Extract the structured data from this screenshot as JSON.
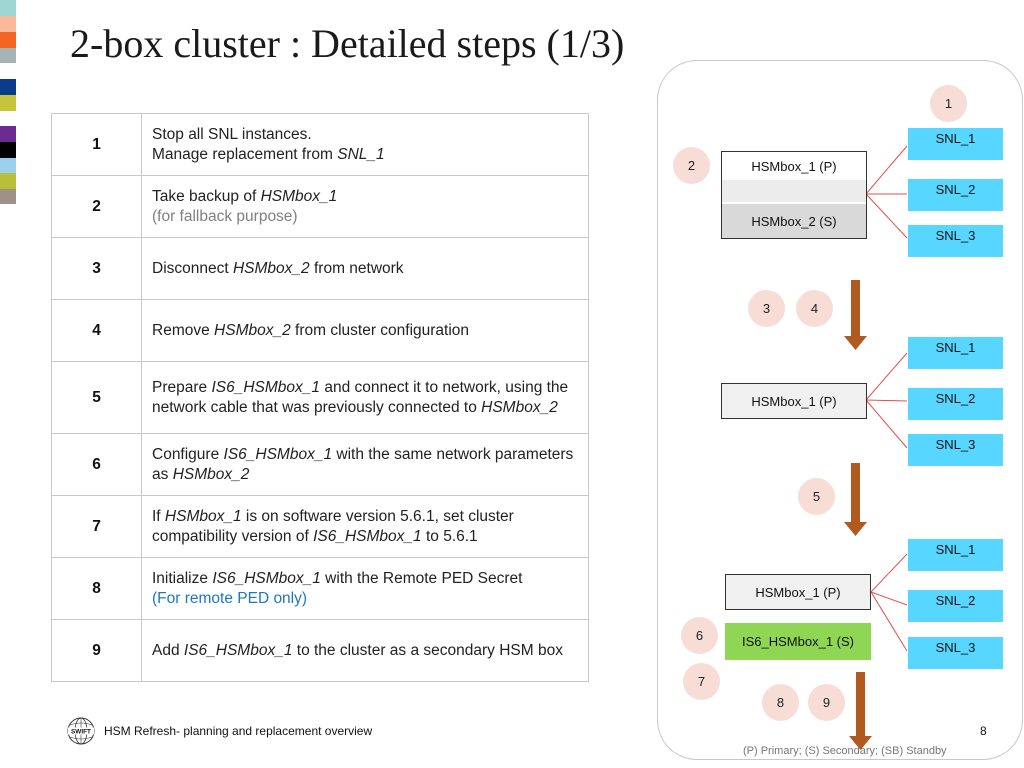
{
  "title": "2-box cluster : Detailed steps (1/3)",
  "colors": {
    "snl_box": "#57d6ff",
    "step_circle": "#f7ddd6",
    "new_hsm_box": "#8ed653",
    "arrow": "#b05a20",
    "side_swatches": [
      "#9fd6d1",
      "#f9b99a",
      "#f26522",
      "#a7b3b5",
      "#0b3c8c",
      "#c7c43c",
      "#6b2c91",
      "#000000",
      "#9ad0ea",
      "#b9bf3a",
      "#9d918a"
    ]
  },
  "steps": [
    {
      "num": "1",
      "parts": [
        {
          "t": "Stop all SNL instances."
        },
        {
          "br": true
        },
        {
          "t": "Manage replacement from "
        },
        {
          "t": "SNL_1",
          "i": true
        }
      ]
    },
    {
      "num": "2",
      "parts": [
        {
          "t": "Take backup of "
        },
        {
          "t": "HSMbox_1",
          "i": true
        },
        {
          "br": true
        },
        {
          "t": "(for fallback purpose)",
          "c": "gray"
        }
      ]
    },
    {
      "num": "3",
      "parts": [
        {
          "t": "Disconnect "
        },
        {
          "t": "HSMbox_2",
          "i": true
        },
        {
          "t": " from network"
        }
      ]
    },
    {
      "num": "4",
      "parts": [
        {
          "t": "Remove "
        },
        {
          "t": "HSMbox_2",
          "i": true
        },
        {
          "t": " from cluster configuration"
        }
      ]
    },
    {
      "num": "5",
      "parts": [
        {
          "t": "Prepare "
        },
        {
          "t": "IS6_HSMbox_1",
          "i": true
        },
        {
          "t": " and connect it to network, using the network cable that was previously connected to "
        },
        {
          "t": "HSMbox_2",
          "i": true
        }
      ]
    },
    {
      "num": "6",
      "parts": [
        {
          "t": "Configure "
        },
        {
          "t": "IS6_HSMbox_1",
          "i": true
        },
        {
          "t": " with the same network parameters as "
        },
        {
          "t": "HSMbox_2",
          "i": true
        }
      ]
    },
    {
      "num": "7",
      "parts": [
        {
          "t": "If "
        },
        {
          "t": "HSMbox_1",
          "i": true
        },
        {
          "t": " is on software version 5.6.1, set cluster compatibility version of "
        },
        {
          "t": "IS6_HSMbox_1",
          "i": true
        },
        {
          "t": " to 5.6.1"
        }
      ]
    },
    {
      "num": "8",
      "parts": [
        {
          "t": "Initialize "
        },
        {
          "t": "IS6_HSMbox_1",
          "i": true
        },
        {
          "t": " with the Remote PED Secret"
        },
        {
          "br": true
        },
        {
          "t": "(For remote PED only)",
          "c": "blue"
        }
      ]
    },
    {
      "num": "9",
      "parts": [
        {
          "t": "Add "
        },
        {
          "t": "IS6_HSMbox_1",
          "i": true
        },
        {
          "t": " to the cluster as a secondary HSM box"
        }
      ]
    }
  ],
  "diagram": {
    "circles": {
      "c1": "1",
      "c2": "2",
      "c3": "3",
      "c4": "4",
      "c5": "5",
      "c6": "6",
      "c7": "7",
      "c8": "8",
      "c9": "9"
    },
    "state1": {
      "hsm_primary": "HSMbox_1 (P)",
      "hsm_secondary": "HSMbox_2 (S)",
      "snl": [
        "SNL_1",
        "SNL_2",
        "SNL_3"
      ]
    },
    "state2": {
      "hsm_primary": "HSMbox_1 (P)",
      "snl": [
        "SNL_1",
        "SNL_2",
        "SNL_3"
      ]
    },
    "state3": {
      "hsm_primary": "HSMbox_1 (P)",
      "hsm_new": "IS6_HSMbox_1 (S)",
      "snl": [
        "SNL_1",
        "SNL_2",
        "SNL_3"
      ]
    }
  },
  "footer": {
    "text": "HSM Refresh- planning and replacement overview",
    "logo_text": "SWIFT",
    "page_number": "8",
    "legend": "(P) Primary; (S) Secondary; (SB) Standby"
  }
}
